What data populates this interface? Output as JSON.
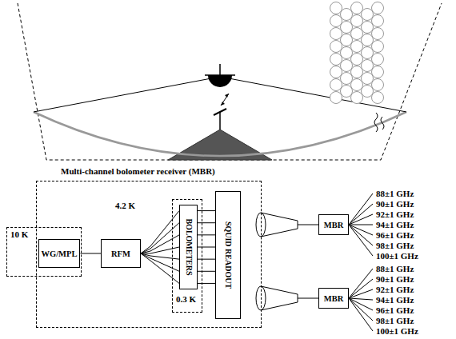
{
  "diagram": {
    "nodes": [
      {
        "text": [
          "Multi-channel bolometer receiver (MBR)",
          "4.2 K"
        ]
      },
      {
        "text": [
          "10 K"
        ]
      },
      {
        "text": [
          "WG/MPL"
        ],
        "in": 1
      },
      {
        "text": [
          "RFM"
        ],
        "in": 0
      },
      {
        "text": [
          "0.3 K"
        ],
        "in": 0
      },
      {
        "text": [
          "BOLOMETERS"
        ],
        "in": 4
      },
      {
        "text": [
          "SQUID READOUT"
        ],
        "in": 0
      },
      {
        "text": [
          "MBR"
        ]
      },
      {
        "text": [
          "MBR"
        ]
      }
    ],
    "edges": [
      {
        "from": 2,
        "to": 3,
        "arrow": "none"
      },
      {
        "from": 3,
        "to": 5,
        "arrow": "none"
      },
      {
        "from": 5,
        "to": 6,
        "arrow": "none"
      }
    ],
    "labels": [
      "88±1 GHz",
      "90±1 GHz",
      "92±1 GHz",
      "94±1 GHz",
      "96±1 GHz",
      "98±1 GHz",
      "100±1 GHz",
      "88±1 GHz",
      "90±1 GHz",
      "92±1 GHz",
      "94±1 GHz",
      "96±1 GHz",
      "98±1 GHz",
      "100±1 GHz"
    ]
  }
}
